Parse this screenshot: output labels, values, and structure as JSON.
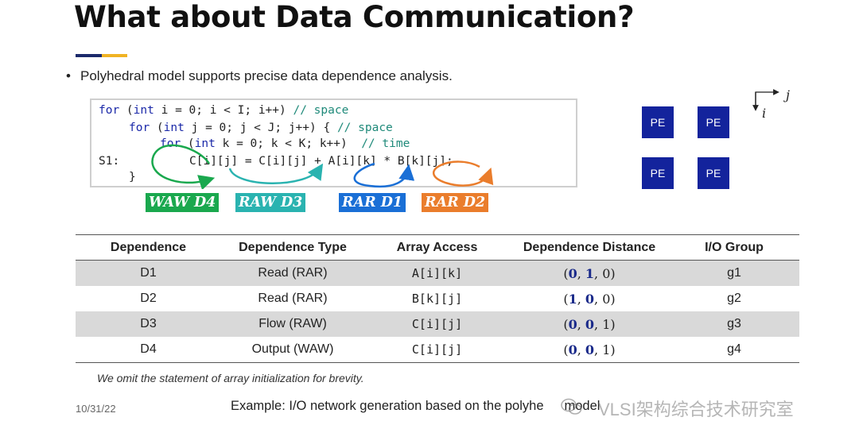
{
  "title": "What about Data Communication?",
  "accent_colors": [
    "#1b2a6b",
    "#f0b323"
  ],
  "bullet": "Polyhedral model supports precise data dependence analysis.",
  "code": {
    "l1": {
      "kw": "for",
      "body": " (",
      "type": "int",
      "rest": " i = 0; i < I; i++) ",
      "comment": "// space"
    },
    "l2": {
      "kw": "for",
      "body": " (",
      "type": "int",
      "rest": " j = 0; j < J; j++) { ",
      "comment": "// space"
    },
    "l3": {
      "kw": "for",
      "body": " (",
      "type": "int",
      "rest": " k = 0; k < K; k++)  ",
      "comment": "// time"
    },
    "l4_label": "S1:",
    "l4_stmt": "C[i][j] = C[i][j] + A[i][k] * B[k][j];",
    "l5": "}"
  },
  "dependence_labels": {
    "waw": "WAW D4",
    "raw": "RAW D3",
    "rar1": "RAR D1",
    "rar2": "RAR D2"
  },
  "dependence_colors": {
    "waw": "#1aa84e",
    "raw": "#2ab3b0",
    "rar1": "#1a6fd6",
    "rar2": "#ea7d2c"
  },
  "pe_grid": {
    "label": "PE",
    "color": "#13239c"
  },
  "axes": {
    "j": "j",
    "i": "i"
  },
  "table": {
    "headers": [
      "Dependence",
      "Dependence Type",
      "Array Access",
      "Dependence Distance",
      "I/O Group"
    ],
    "rows": [
      {
        "dep": "D1",
        "type": "Read (RAR)",
        "access": "A[i][k]",
        "d0": "0",
        "d1": "1",
        "d2": "0",
        "group": "g1"
      },
      {
        "dep": "D2",
        "type": "Read (RAR)",
        "access": "B[k][j]",
        "d0": "1",
        "d1": "0",
        "d2": "0",
        "group": "g2"
      },
      {
        "dep": "D3",
        "type": "Flow (RAW)",
        "access": "C[i][j]",
        "d0": "0",
        "d1": "0",
        "d2": "1",
        "group": "g3"
      },
      {
        "dep": "D4",
        "type": "Output (WAW)",
        "access": "C[i][j]",
        "d0": "0",
        "d1": "0",
        "d2": "1",
        "group": "g4"
      }
    ]
  },
  "note": "We omit the statement of array initialization for brevity.",
  "date": "10/31/22",
  "footer": "Example: I/O network generation based on the polyhe",
  "footer_tail": "model",
  "watermark": "VLSI架构综合技术研究室"
}
